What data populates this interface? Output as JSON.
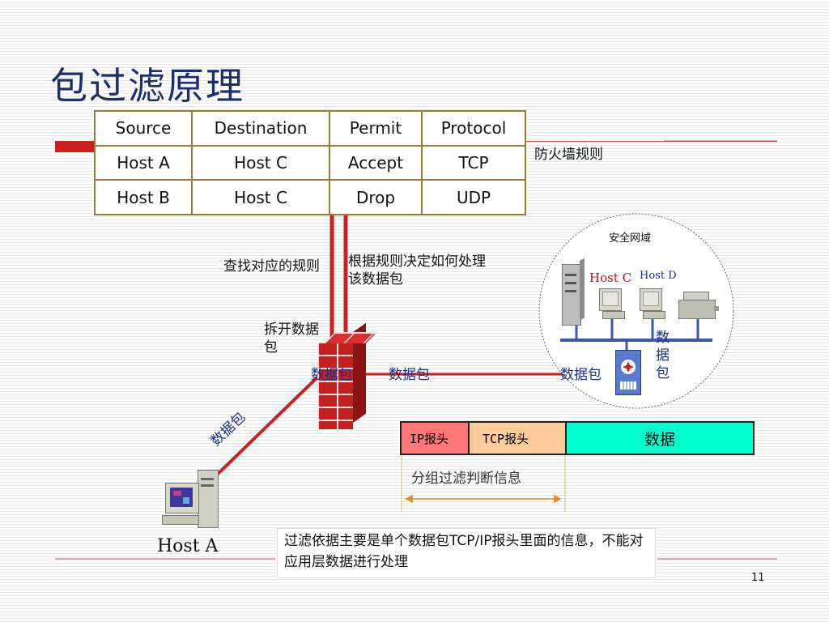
{
  "slide": {
    "title": "包过滤原理",
    "page_number": "11"
  },
  "rules_table": {
    "caption": "防火墙规则",
    "headers": [
      "Source",
      "Destination",
      "Permit",
      "Protocol"
    ],
    "rows": [
      [
        "Host A",
        "Host C",
        "Accept",
        "TCP"
      ],
      [
        "Host B",
        "Host C",
        "Drop",
        "UDP"
      ]
    ]
  },
  "diagram": {
    "lookup_rule_label": "查找对应的规则",
    "decide_label": "根据规则决定如何处理该数据包",
    "unpack_label": "拆开数据包",
    "firewall_packet_label": "数据包",
    "mid_packet_label": "数据包",
    "right_packet_label": "数据包",
    "diagonal_packet_label": "数据包",
    "vertical_packet_label": "数据包",
    "secure_zone_label": "安全网域",
    "host_c_label": "Host C",
    "host_d_label": "Host D",
    "host_a_label": "Host A"
  },
  "packet_structure": {
    "ip_header": "IP报头",
    "tcp_header": "TCP报头",
    "data": "数据",
    "filter_info_label": "分组过滤判断信息",
    "colors": {
      "ip": "#ff7777",
      "tcp": "#ffcc99",
      "data": "#00ffcc"
    }
  },
  "note": "过滤依据主要是单个数据包TCP/IP报头里面的信息，不能对应用层数据进行处理"
}
